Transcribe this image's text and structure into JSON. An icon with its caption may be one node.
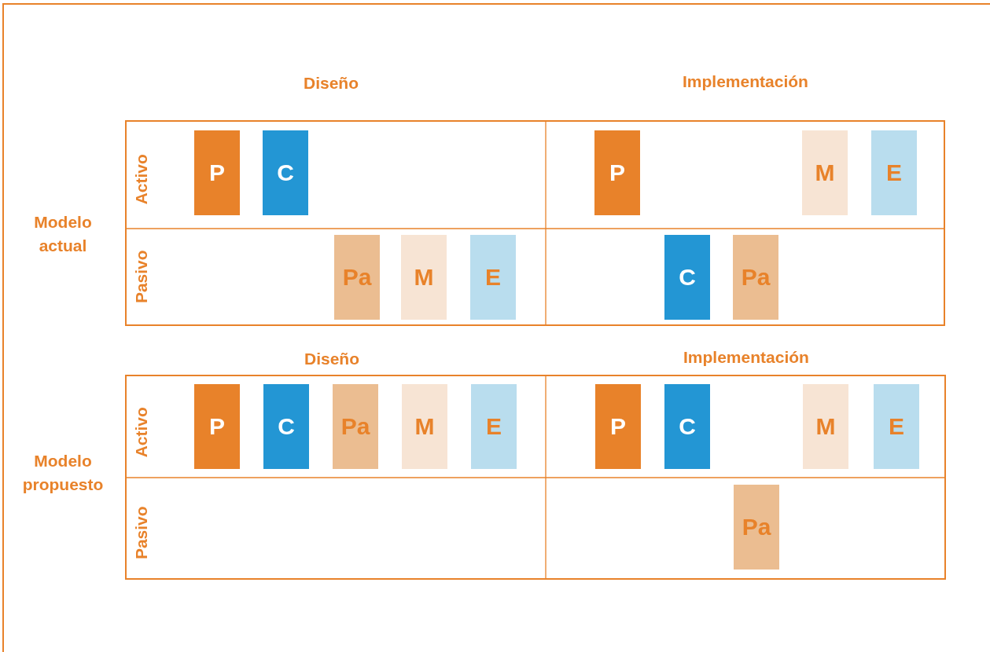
{
  "diagram": {
    "nodes": [
      {
        "text": [
          "P"
        ]
      },
      {
        "text": [
          "C"
        ]
      },
      {
        "text": [
          "P"
        ]
      },
      {
        "text": [
          "M"
        ]
      },
      {
        "text": [
          "E"
        ]
      },
      {
        "text": [
          "Pa"
        ]
      },
      {
        "text": [
          "M"
        ]
      },
      {
        "text": [
          "E"
        ]
      },
      {
        "text": [
          "C"
        ]
      },
      {
        "text": [
          "Pa"
        ]
      },
      {
        "text": [
          "P"
        ]
      },
      {
        "text": [
          "C"
        ]
      },
      {
        "text": [
          "Pa"
        ]
      },
      {
        "text": [
          "M"
        ]
      },
      {
        "text": [
          "E"
        ]
      },
      {
        "text": [
          "P"
        ]
      },
      {
        "text": [
          "C"
        ]
      },
      {
        "text": [
          "M"
        ]
      },
      {
        "text": [
          "E"
        ]
      },
      {
        "text": [
          "Pa"
        ]
      }
    ],
    "labels": [
      "Diseño",
      "Implementación",
      "Modelo actual",
      "Activo",
      "Pasivo",
      "Diseño",
      "Implementación",
      "Modelo propuesto",
      "Activo",
      "Pasivo"
    ]
  }
}
